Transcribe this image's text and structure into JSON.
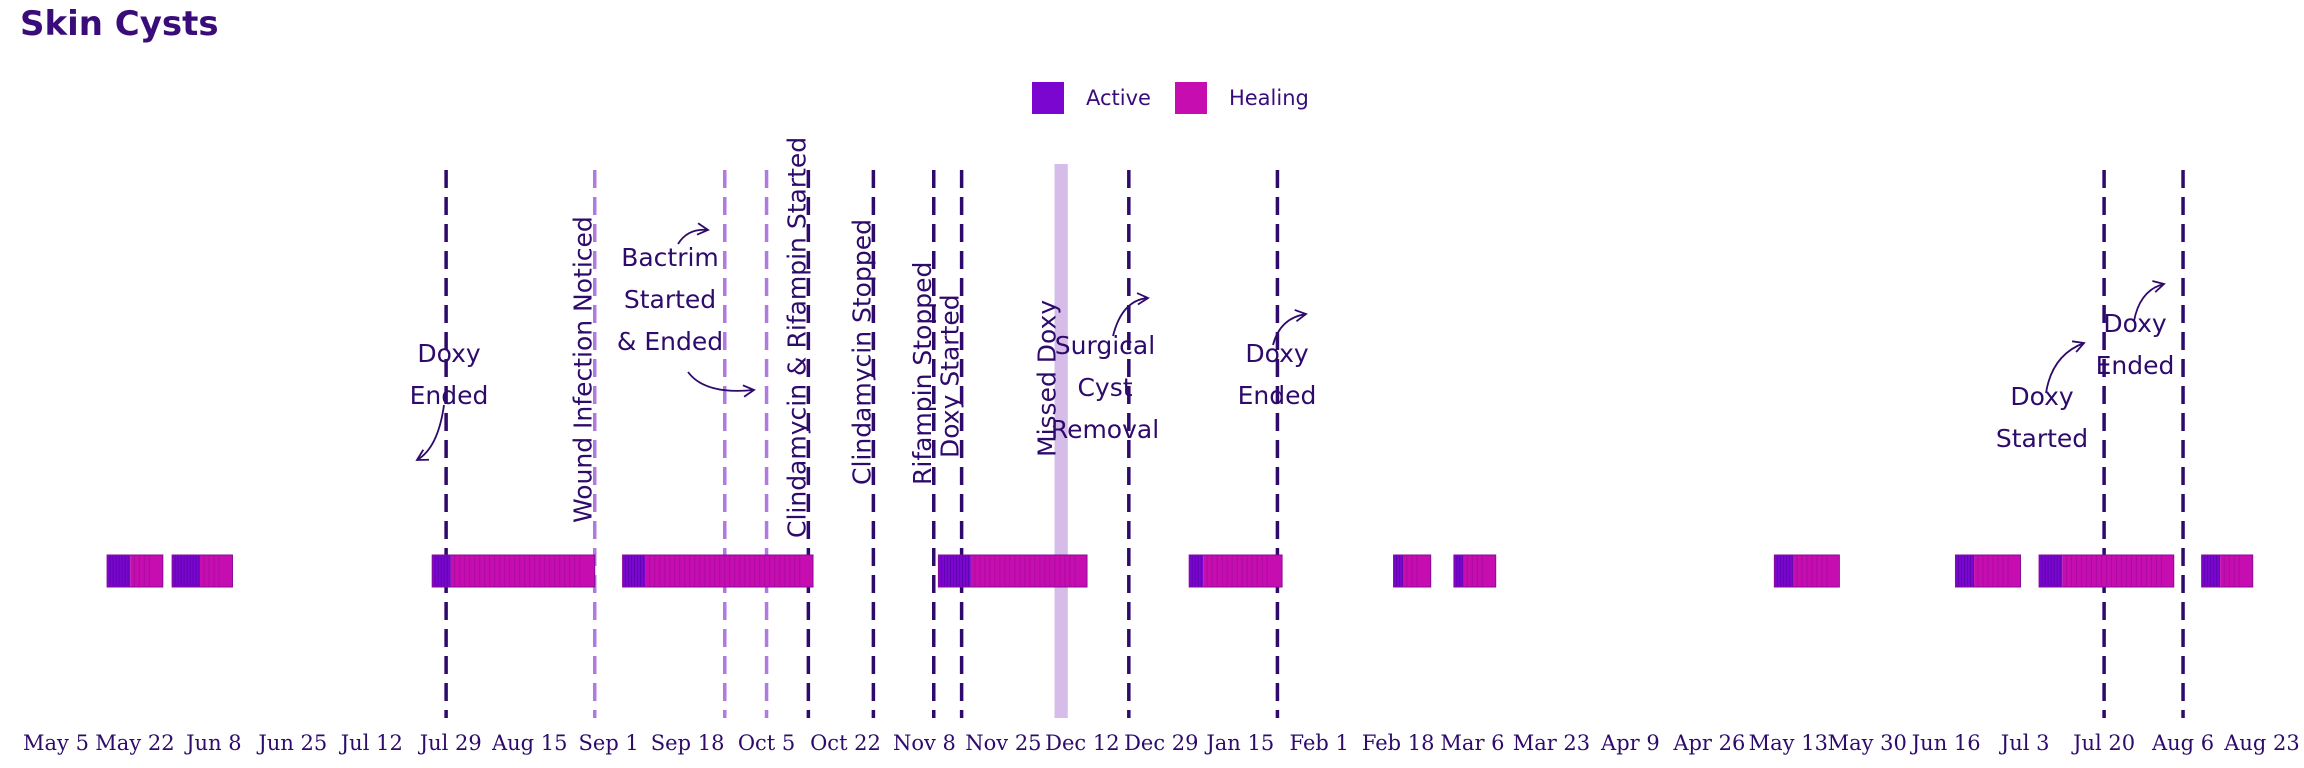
{
  "title": "Skin Cysts",
  "legend": [
    {
      "label": "Active",
      "color": "#7a06d0"
    },
    {
      "label": "Healing",
      "color": "#c60eb0"
    }
  ],
  "chart_data": {
    "type": "timeline",
    "title": "Skin Cysts",
    "x_range": [
      "2021-05-01",
      "2022-08-27"
    ],
    "x_ticks": [
      "May 5",
      "May 22",
      "Jun 8",
      "Jun 25",
      "Jul 12",
      "Jul 29",
      "Aug 15",
      "Sep 1",
      "Sep 18",
      "Oct 5",
      "Oct 22",
      "Nov 8",
      "Nov 25",
      "Dec 12",
      "Dec 29",
      "Jan 15",
      "Feb 1",
      "Feb 18",
      "Mar 6",
      "Mar 23",
      "Apr 9",
      "Apr 26",
      "May 13",
      "May 30",
      "Jun 16",
      "Jul 3",
      "Jul 20",
      "Aug 6",
      "Aug 23"
    ],
    "x_tick_dates": [
      "2021-05-05",
      "2021-05-22",
      "2021-06-08",
      "2021-06-25",
      "2021-07-12",
      "2021-07-29",
      "2021-08-15",
      "2021-09-01",
      "2021-09-18",
      "2021-10-05",
      "2021-10-22",
      "2021-11-08",
      "2021-11-25",
      "2021-12-12",
      "2021-12-29",
      "2022-01-15",
      "2022-02-01",
      "2022-02-18",
      "2022-03-06",
      "2022-03-23",
      "2022-04-09",
      "2022-04-26",
      "2022-05-13",
      "2022-05-30",
      "2022-06-16",
      "2022-07-03",
      "2022-07-20",
      "2022-08-06",
      "2022-08-23"
    ],
    "series": [
      {
        "name": "Active",
        "color": "#7a06d0"
      },
      {
        "name": "Healing",
        "color": "#c60eb0"
      }
    ],
    "episodes": [
      {
        "start": "2021-05-16",
        "healing_start": "2021-05-21",
        "end": "2021-05-28"
      },
      {
        "start": "2021-05-30",
        "healing_start": "2021-06-05",
        "end": "2021-06-12"
      },
      {
        "start": "2021-07-25",
        "healing_start": "2021-07-29",
        "end": "2021-08-29"
      },
      {
        "start": "2021-09-04",
        "healing_start": "2021-09-09",
        "end": "2021-10-15"
      },
      {
        "start": "2021-11-11",
        "healing_start": "2021-11-18",
        "end": "2021-12-13"
      },
      {
        "start": "2022-01-04",
        "healing_start": "2022-01-07",
        "end": "2022-01-24"
      },
      {
        "start": "2022-02-17",
        "healing_start": "2022-02-19",
        "end": "2022-02-25"
      },
      {
        "start": "2022-03-02",
        "healing_start": "2022-03-04",
        "end": "2022-03-11"
      },
      {
        "start": "2022-05-10",
        "healing_start": "2022-05-14",
        "end": "2022-05-24"
      },
      {
        "start": "2022-06-18",
        "healing_start": "2022-06-22",
        "end": "2022-07-02"
      },
      {
        "start": "2022-07-06",
        "healing_start": "2022-07-11",
        "end": "2022-08-04"
      },
      {
        "start": "2022-08-10",
        "healing_start": "2022-08-14",
        "end": "2022-08-21"
      }
    ],
    "event_lines": [
      {
        "date": "2021-07-28",
        "style": "dark"
      },
      {
        "date": "2021-08-29",
        "label": "Wound Infection Noticed",
        "style": "light"
      },
      {
        "date": "2021-09-26",
        "style": "light"
      },
      {
        "date": "2021-10-05",
        "style": "light"
      },
      {
        "date": "2021-10-14",
        "label": "Clindamycin & Rifampin Started",
        "style": "dark"
      },
      {
        "date": "2021-10-28",
        "label": "Clindamycin Stopped",
        "style": "dark"
      },
      {
        "date": "2021-11-10",
        "label": "Rifampin Stopped",
        "style": "dark"
      },
      {
        "date": "2021-11-16",
        "label": "Doxy Started",
        "style": "dark"
      },
      {
        "date": "2021-12-22",
        "style": "dark"
      },
      {
        "date": "2022-01-23",
        "style": "dark"
      },
      {
        "date": "2022-07-20",
        "style": "dark"
      },
      {
        "date": "2022-08-06",
        "style": "dark"
      }
    ],
    "shaded_periods": [
      {
        "start": "2021-12-06",
        "end": "2021-12-08",
        "label": "Missed Doxy"
      }
    ],
    "annotations": [
      {
        "lines": [
          "Doxy",
          "Ended"
        ],
        "date": "2021-07-28"
      },
      {
        "lines": [
          "Bactrim",
          "Started",
          "& Ended"
        ],
        "date": "2021-09-26"
      },
      {
        "lines": [
          "Surgical",
          "Cyst",
          "Removal"
        ],
        "date": "2021-12-22"
      },
      {
        "lines": [
          "Doxy",
          "Ended"
        ],
        "date": "2022-01-23"
      },
      {
        "lines": [
          "Doxy",
          "Started"
        ],
        "date": "2022-07-20"
      },
      {
        "lines": [
          "Doxy",
          "Ended"
        ],
        "date": "2022-08-06"
      }
    ],
    "colors": {
      "dark_line": "#2e0a6b",
      "light_line": "#b07ae0",
      "shade": "#d6bde9",
      "stripe_dark": "#5a04a8",
      "stripe_mid": "#a50a9c"
    }
  }
}
